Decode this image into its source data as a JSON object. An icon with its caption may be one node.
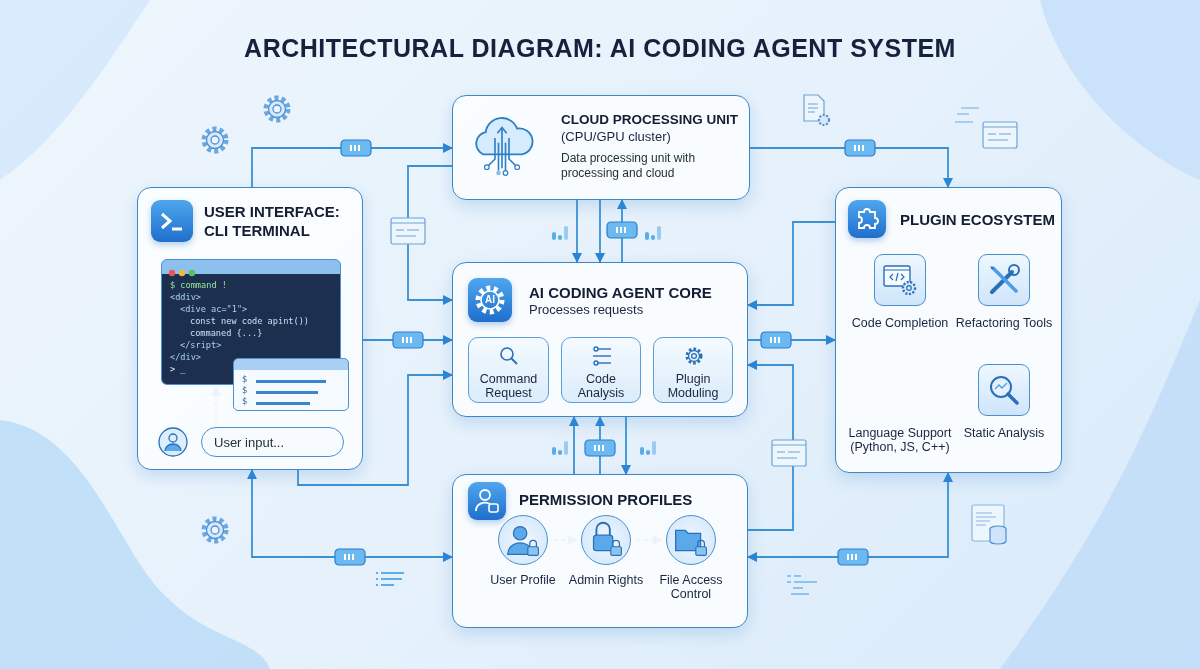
{
  "diagram": {
    "title": "ARCHITECTURAL DIAGRAM: AI CODING AGENT SYSTEM",
    "nodes": [
      {
        "text": [
          "CLOUD PROCESSING UNIT",
          "(CPU/GPU cluster)",
          "Data processing unit with processing and cloud"
        ]
      },
      {
        "text": [
          "USER INTERFACE: CLI TERMINAL"
        ]
      },
      {
        "text": [
          "$ command !",
          "<ddiv>",
          "<dive ac=\"1\">",
          "const new code apint())",
          "commaned {...}",
          "</sript>",
          "</div>",
          "> _"
        ],
        "in": 1
      },
      {
        "text": [
          "$",
          "$",
          "$"
        ],
        "in": 1
      },
      {
        "text": [
          "User input..."
        ],
        "in": 1
      },
      {
        "text": [
          "AI CODING AGENT CORE",
          "Processes requests"
        ]
      },
      {
        "text": [
          "Command Request"
        ],
        "in": 5
      },
      {
        "text": [
          "Code Analysis"
        ],
        "in": 5
      },
      {
        "text": [
          "Plugin Moduling"
        ],
        "in": 5
      },
      {
        "text": [
          "PLUGIN ECOSYSTEM"
        ]
      },
      {
        "text": [
          "Code Completion"
        ],
        "in": 9
      },
      {
        "text": [
          "Refactoring Tools"
        ],
        "in": 9
      },
      {
        "text": [
          "Language Support (Python, JS, C++)"
        ],
        "in": 9
      },
      {
        "text": [
          "Static Analysis"
        ],
        "in": 9
      },
      {
        "text": [
          "PERMISSION PROFILES"
        ]
      },
      {
        "text": [
          "User Profile"
        ],
        "in": 14
      },
      {
        "text": [
          "Admin Rights"
        ],
        "in": 14
      },
      {
        "text": [
          "File Access Control"
        ],
        "in": 14
      }
    ],
    "edges": [
      {
        "from": 1,
        "to": 0,
        "arrow": "to"
      },
      {
        "from": 0,
        "to": 5,
        "arrow": "to"
      },
      {
        "from": 1,
        "to": 5,
        "arrow": "to"
      },
      {
        "from": 1,
        "to": 5,
        "arrow": "to"
      },
      {
        "from": 0,
        "to": 5,
        "arrow": "to"
      },
      {
        "from": 0,
        "to": 5,
        "arrow": "to"
      },
      {
        "from": 5,
        "to": 0,
        "arrow": "to"
      },
      {
        "from": 14,
        "to": 5,
        "arrow": "to"
      },
      {
        "from": 14,
        "to": 5,
        "arrow": "to"
      },
      {
        "from": 5,
        "to": 14,
        "arrow": "to"
      },
      {
        "from": 5,
        "to": 9,
        "arrow": "to"
      },
      {
        "from": 9,
        "to": 5,
        "arrow": "to"
      },
      {
        "from": 14,
        "to": 5,
        "arrow": "to"
      },
      {
        "from": 9,
        "to": 14,
        "arrow": "both"
      },
      {
        "from": 0,
        "to": 9,
        "arrow": "to"
      },
      {
        "from": 1,
        "to": 14,
        "arrow": "both"
      },
      {
        "from": 4,
        "to": 2,
        "arrow": "to",
        "style": "dashed"
      },
      {
        "from": 15,
        "to": 16,
        "arrow": "to",
        "style": "dashed"
      },
      {
        "from": 16,
        "to": 17,
        "arrow": "to",
        "style": "dashed"
      }
    ],
    "labels": [
      "AI"
    ]
  }
}
